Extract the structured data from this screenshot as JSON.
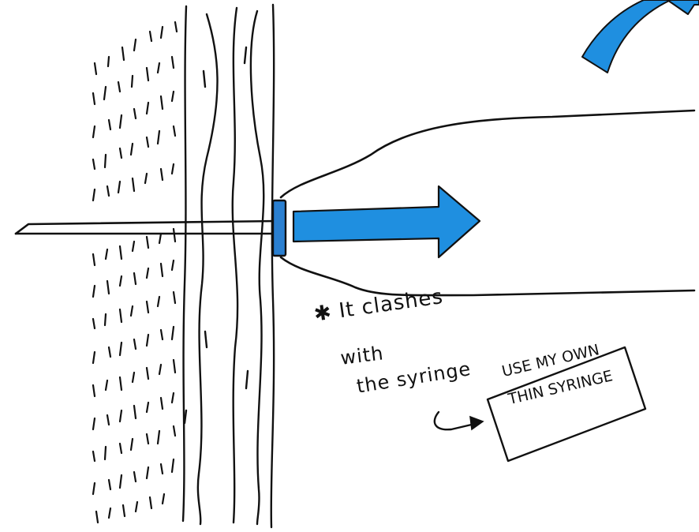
{
  "annotations": {
    "note_line_1": "✱ It clashes",
    "note_line_2": "with",
    "note_line_3": "the syringe"
  },
  "boxed_note": {
    "line_1": "USE MY OWN",
    "line_2": "THIN SYRINGE"
  },
  "colors": {
    "ink": "#111111",
    "arrow_blue": "#1f8fe0",
    "collar_blue": "#2a7fd0"
  }
}
